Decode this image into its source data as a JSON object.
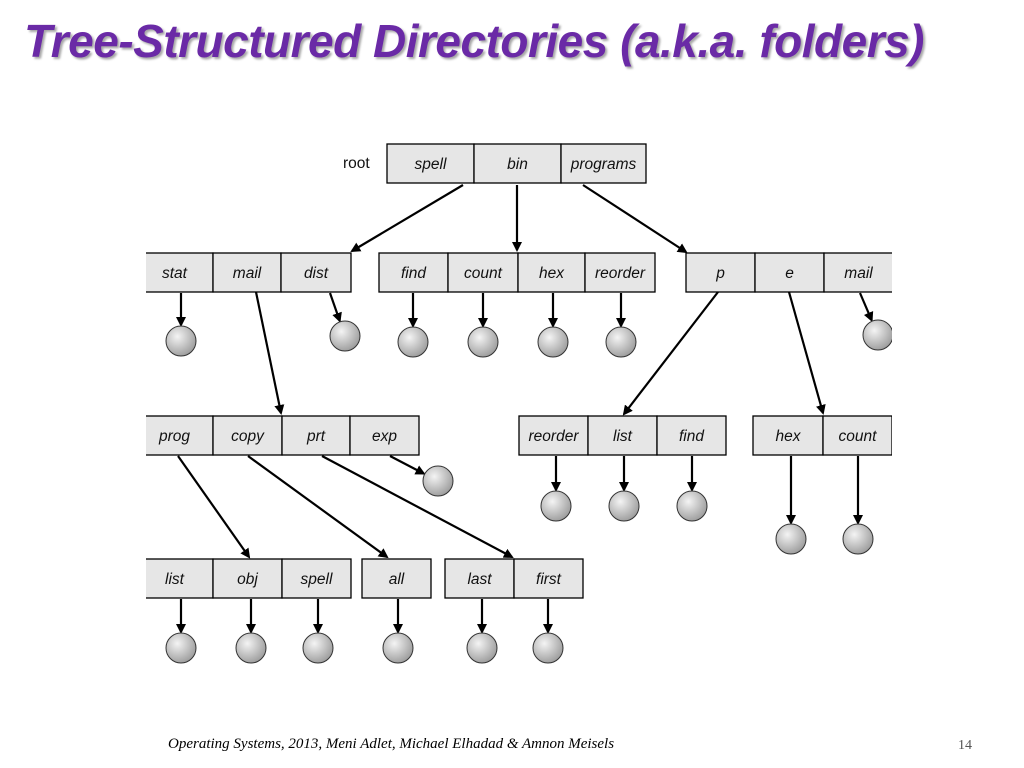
{
  "title": "Tree-Structured Directories (a.k.a. folders)",
  "footer": "Operating Systems, 2013, Meni Adlet, Michael Elhadad & Amnon Meisels",
  "page_number": "14",
  "colors": {
    "title": "#6a2aa6",
    "cell_fill": "#e6e6e6",
    "cell_stroke": "#000000",
    "file_node_light": "#f2f2f2",
    "file_node_dark": "#9a9a9a"
  },
  "root_label": "root",
  "directories": [
    {
      "id": "root",
      "entries": [
        "spell",
        "bin",
        "programs"
      ]
    },
    {
      "id": "spell-dir",
      "entries": [
        "stat",
        "mail",
        "dist"
      ]
    },
    {
      "id": "bin-dir",
      "entries": [
        "find",
        "count",
        "hex",
        "reorder"
      ]
    },
    {
      "id": "programs-dir",
      "entries": [
        "p",
        "e",
        "mail"
      ]
    },
    {
      "id": "mail-dir",
      "entries": [
        "prog",
        "copy",
        "prt",
        "exp"
      ]
    },
    {
      "id": "p-dir",
      "entries": [
        "reorder",
        "list",
        "find"
      ]
    },
    {
      "id": "e-dir",
      "entries": [
        "hex",
        "count"
      ]
    },
    {
      "id": "prog-dir",
      "entries": [
        "list",
        "obj",
        "spell"
      ]
    },
    {
      "id": "copy-dir",
      "entries": [
        "all"
      ]
    },
    {
      "id": "prt-dir",
      "entries": [
        "last",
        "first"
      ]
    }
  ],
  "links": [
    {
      "from": "root.spell",
      "to": "spell-dir"
    },
    {
      "from": "root.bin",
      "to": "bin-dir"
    },
    {
      "from": "root.programs",
      "to": "programs-dir"
    },
    {
      "from": "spell-dir.mail",
      "to": "mail-dir"
    },
    {
      "from": "programs-dir.p",
      "to": "p-dir"
    },
    {
      "from": "programs-dir.e",
      "to": "e-dir"
    },
    {
      "from": "mail-dir.prog",
      "to": "prog-dir"
    },
    {
      "from": "mail-dir.copy",
      "to": "copy-dir"
    },
    {
      "from": "mail-dir.prt",
      "to": "prt-dir"
    }
  ],
  "file_entries": [
    "spell-dir.stat",
    "spell-dir.dist",
    "bin-dir.find",
    "bin-dir.count",
    "bin-dir.hex",
    "bin-dir.reorder",
    "programs-dir.mail",
    "mail-dir.exp",
    "p-dir.reorder",
    "p-dir.list",
    "p-dir.find",
    "e-dir.hex",
    "e-dir.count",
    "prog-dir.list",
    "prog-dir.obj",
    "prog-dir.spell",
    "copy-dir.all",
    "prt-dir.last",
    "prt-dir.first"
  ]
}
